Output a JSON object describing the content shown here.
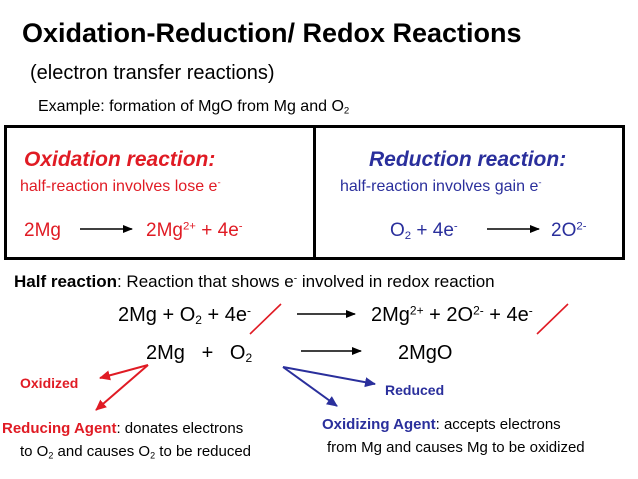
{
  "title": "Oxidation-Reduction/ Redox Reactions",
  "subtitle": "(electron transfer reactions)",
  "example": {
    "text": "Example: formation of MgO from Mg and O",
    "sub": "2"
  },
  "oxidation": {
    "heading": "Oxidation reaction:",
    "desc": "half-reaction involves lose e",
    "desc_sup": "-",
    "eq_left": "2Mg",
    "eq_right_a": "2Mg",
    "eq_right_a_sup": "2+",
    "eq_right_b": " + 4e",
    "eq_right_b_sup": "-"
  },
  "reduction": {
    "heading": "Reduction reaction:",
    "desc": "half-reaction involves gain e",
    "desc_sup": "-",
    "eq_left_a": "O",
    "eq_left_a_sub": "2",
    "eq_left_b": " + 4e",
    "eq_left_b_sup": "-",
    "eq_right": "2O",
    "eq_right_sup": "2-"
  },
  "half_reaction": {
    "term": "Half reaction",
    "def_a": ": Reaction that shows e",
    "def_sup": "-",
    "def_b": " involved in redox reaction"
  },
  "eq1": {
    "l1": "2Mg + O",
    "l1_sub": "2",
    "l2": " + 4e",
    "l2_sup": "-",
    "r1": "2Mg",
    "r1_sup": "2+",
    "r2": " + 2O",
    "r2_sup": "2-",
    "r3": " + 4e",
    "r3_sup": "-"
  },
  "eq2": {
    "left_a": "2Mg   +   O",
    "left_sub": "2",
    "right": "2MgO"
  },
  "labels": {
    "oxidized": "Oxidized",
    "reduced": "Reduced"
  },
  "reducing_agent": {
    "term": "Reducing Agent",
    "line1": ": donates electrons",
    "line2a": "to O",
    "line2_sub": "2",
    "line2b": " and causes O",
    "line2_sub2": "2",
    "line2c": " to be reduced"
  },
  "oxidizing_agent": {
    "term": "Oxidizing Agent",
    "line1": ": accepts electrons",
    "line2": "from Mg and causes Mg to be oxidized"
  },
  "colors": {
    "red": "#e01b24",
    "blue": "#2a2f9c"
  }
}
